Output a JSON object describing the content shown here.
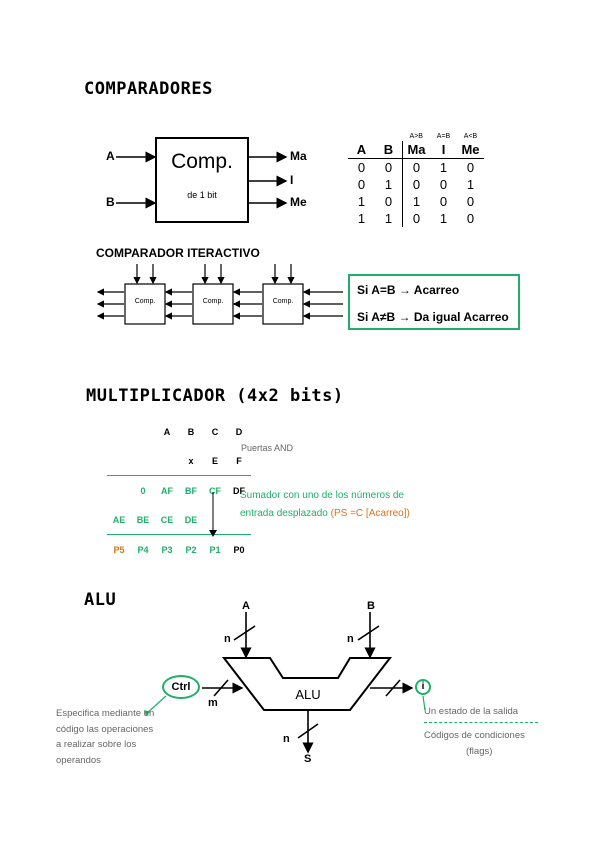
{
  "comparadores": {
    "title": "COMPARADORES",
    "block": {
      "name": "Comp.",
      "sub": "de 1 bit"
    },
    "inputs": [
      "A",
      "B"
    ],
    "outputs": [
      "Ma",
      "I",
      "Me"
    ],
    "truth_table": {
      "top": [
        "A>B",
        "A=B",
        "A<B"
      ],
      "headers": [
        "A",
        "B",
        "Ma",
        "I",
        "Me"
      ],
      "rows": [
        [
          "0",
          "0",
          "0",
          "1",
          "0"
        ],
        [
          "0",
          "1",
          "0",
          "0",
          "1"
        ],
        [
          "1",
          "0",
          "1",
          "0",
          "0"
        ],
        [
          "1",
          "1",
          "0",
          "1",
          "0"
        ]
      ]
    },
    "iterativo": {
      "title": "COMPARADOR ITERACTIVO",
      "block_label": "Comp.",
      "rule1": "Si A=B → Acarreo",
      "rule2": "Si A≠B → Da igual Acarreo"
    }
  },
  "multiplicador": {
    "title": "MULTIPLICADOR (4x2 bits)",
    "rows": [
      [
        "",
        "A",
        "B",
        "C",
        "D"
      ],
      [
        "",
        "x",
        "E",
        "F"
      ],
      [
        "0",
        "AF",
        "BF",
        "CF",
        "DF"
      ],
      [
        "AE",
        "BE",
        "CE",
        "DE",
        ""
      ],
      [
        "P5",
        "P4",
        "P3",
        "P2",
        "P1",
        "P0"
      ]
    ],
    "note_and": "Puertas AND",
    "note_sum_1": "Sumador con uno de los números de",
    "note_sum_2": "entrada desplazado",
    "note_sum_3": "(PS =C [Acarreo])"
  },
  "alu": {
    "title": "ALU",
    "label": "ALU",
    "in_a": "A",
    "in_b": "B",
    "out_s": "S",
    "n": "n",
    "m": "m",
    "ctrl": "Ctrl",
    "flag": "i",
    "ctrl_note": [
      "Especifica mediante un",
      "código las operaciones",
      "a realizar sobre los",
      "operandos"
    ],
    "flag_note_1": "Un estado de la salida",
    "flag_note_2": "Códigos de condiciones",
    "flag_note_3": "(flags)"
  }
}
